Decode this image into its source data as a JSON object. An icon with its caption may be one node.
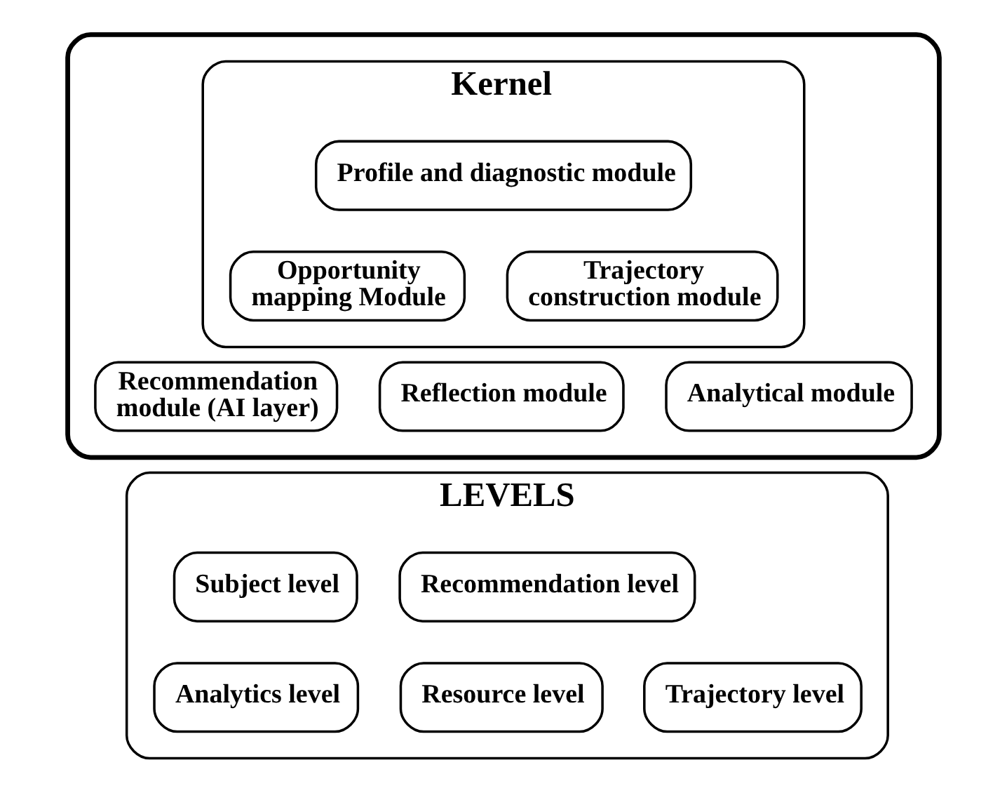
{
  "diagram": {
    "nodes": [
      {
        "text": [],
        "shape": "box"
      },
      {
        "text": [
          "Kernel"
        ],
        "in": 0
      },
      {
        "text": [
          "Profile and diagnostic module"
        ],
        "in": 1
      },
      {
        "text": [
          "Opportunity mapping Module"
        ],
        "in": 1
      },
      {
        "text": [
          "Trajectory construction module"
        ],
        "in": 1
      },
      {
        "text": [
          "Recommendation module (AI layer)"
        ],
        "in": 0
      },
      {
        "text": [
          "Reflection module"
        ],
        "in": 0
      },
      {
        "text": [
          "Analytical module"
        ],
        "in": 0
      },
      {
        "text": [
          "LEVELS"
        ]
      },
      {
        "text": [
          "Subject level"
        ],
        "in": 8
      },
      {
        "text": [
          "Recommendation level"
        ],
        "in": 8
      },
      {
        "text": [
          "Trajectory level"
        ],
        "in": 8
      },
      {
        "text": [
          "Analytics level"
        ],
        "in": 8
      },
      {
        "text": [
          "Resource level"
        ],
        "in": 8
      }
    ]
  }
}
